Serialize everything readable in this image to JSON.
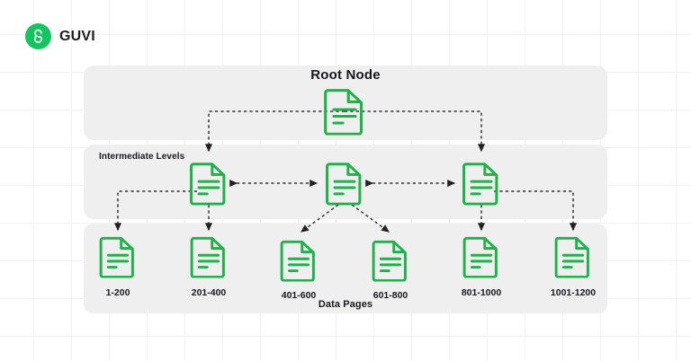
{
  "brand": {
    "name": "GUVI",
    "logo_icon": "guvi-g-logo-icon",
    "logo_color": "#16c45f"
  },
  "diagram": {
    "accent_color": "#20b14a",
    "panel_color": "#efeff0",
    "line_color": "#333333",
    "levels": [
      {
        "key": "root",
        "title": "Root Node"
      },
      {
        "key": "inter",
        "title": "Intermediate Levels"
      },
      {
        "key": "data",
        "title": "Data Pages"
      }
    ],
    "root": {
      "title": "Root Node",
      "node_icon": "document-icon"
    },
    "intermediate": {
      "title": "Intermediate Levels",
      "nodes": [
        {
          "id": "inter-1",
          "icon": "document-icon"
        },
        {
          "id": "inter-2",
          "icon": "document-icon"
        },
        {
          "id": "inter-3",
          "icon": "document-icon"
        }
      ]
    },
    "data_pages": {
      "title": "Data Pages",
      "pages": [
        {
          "id": "page-1",
          "label": "1-200",
          "icon": "document-icon"
        },
        {
          "id": "page-2",
          "label": "201-400",
          "icon": "document-icon"
        },
        {
          "id": "page-3",
          "label": "401-600",
          "icon": "document-icon"
        },
        {
          "id": "page-4",
          "label": "601-800",
          "icon": "document-icon"
        },
        {
          "id": "page-5",
          "label": "801-1000",
          "icon": "document-icon"
        },
        {
          "id": "page-6",
          "label": "1001-1200",
          "icon": "document-icon"
        }
      ]
    },
    "connectors": [
      {
        "from": "root",
        "to": "inter-1",
        "style": "dashed",
        "arrow": "single"
      },
      {
        "from": "root",
        "to": "inter-3",
        "style": "dashed",
        "arrow": "single"
      },
      {
        "from": "inter-1",
        "to": "inter-2",
        "style": "dashed",
        "arrow": "double"
      },
      {
        "from": "inter-2",
        "to": "inter-3",
        "style": "dashed",
        "arrow": "double"
      },
      {
        "from": "inter-1",
        "to": "page-1",
        "style": "dashed",
        "arrow": "single"
      },
      {
        "from": "inter-1",
        "to": "page-2",
        "style": "dashed",
        "arrow": "single"
      },
      {
        "from": "inter-2",
        "to": "page-3",
        "style": "dashed",
        "arrow": "single"
      },
      {
        "from": "inter-2",
        "to": "page-4",
        "style": "dashed",
        "arrow": "single"
      },
      {
        "from": "inter-3",
        "to": "page-5",
        "style": "dashed",
        "arrow": "single"
      },
      {
        "from": "inter-3",
        "to": "page-6",
        "style": "dashed",
        "arrow": "single"
      }
    ]
  }
}
